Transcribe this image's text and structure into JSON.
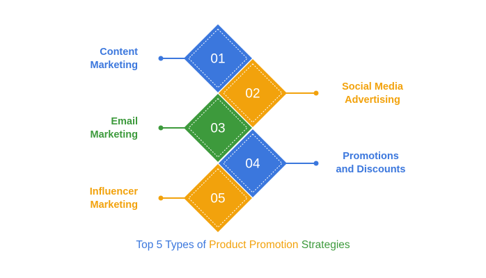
{
  "colors": {
    "blue": "#3b77dd",
    "orange": "#f2a20c",
    "green": "#3d9a3c"
  },
  "steps": [
    {
      "number": "01",
      "label_line1": "Content",
      "label_line2": "Marketing",
      "color": "#3b77dd"
    },
    {
      "number": "02",
      "label_line1": "Social Media",
      "label_line2": "Advertising",
      "color": "#f2a20c"
    },
    {
      "number": "03",
      "label_line1": "Email",
      "label_line2": "Marketing",
      "color": "#3d9a3c"
    },
    {
      "number": "04",
      "label_line1": "Promotions",
      "label_line2": "and Discounts",
      "color": "#3b77dd"
    },
    {
      "number": "05",
      "label_line1": "Influencer",
      "label_line2": "Marketing",
      "color": "#f2a20c"
    }
  ],
  "caption": {
    "part1": "Top 5 Types of ",
    "part2": "Product Promotion",
    "part3": " Strategies"
  }
}
